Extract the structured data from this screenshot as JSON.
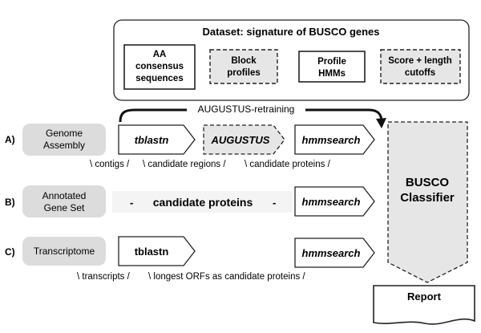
{
  "dataset": {
    "title": "Dataset: signature of BUSCO genes",
    "items": [
      {
        "lines": [
          "AA",
          "consensus",
          "sequences"
        ]
      },
      {
        "lines": [
          "Block",
          "profiles"
        ]
      },
      {
        "lines": [
          "Profile",
          "HMMs"
        ]
      },
      {
        "lines": [
          "Score + length",
          "cutoffs"
        ]
      }
    ]
  },
  "retraining_label": "AUGUSTUS-retraining",
  "rows": [
    {
      "letter": "A)",
      "input": [
        "Genome",
        "Assembly"
      ],
      "steps": [
        "tblastn",
        "AUGUSTUS",
        "hmmsearch"
      ],
      "flow": [
        "\\ contigs /",
        "\\ candidate regions /",
        "\\ candidate proteins /"
      ]
    },
    {
      "letter": "B)",
      "input": [
        "Annotated",
        "Gene Set"
      ],
      "middle": [
        "-",
        "candidate proteins",
        "-"
      ],
      "step": "hmmsearch"
    },
    {
      "letter": "C)",
      "input": [
        "Transcriptome"
      ],
      "steps": [
        "tblastn",
        "hmmsearch"
      ],
      "flow": [
        "\\ transcripts /",
        "\\ longest ORFs as candidate proteins /"
      ]
    }
  ],
  "classifier": [
    "BUSCO",
    "Classifier"
  ],
  "report": {
    "line1": "Report",
    "line2": ""
  },
  "colors": {
    "fill_gray": "#e6e6e6",
    "stroke": "#222222",
    "input_gray": "#dcdcdc"
  }
}
